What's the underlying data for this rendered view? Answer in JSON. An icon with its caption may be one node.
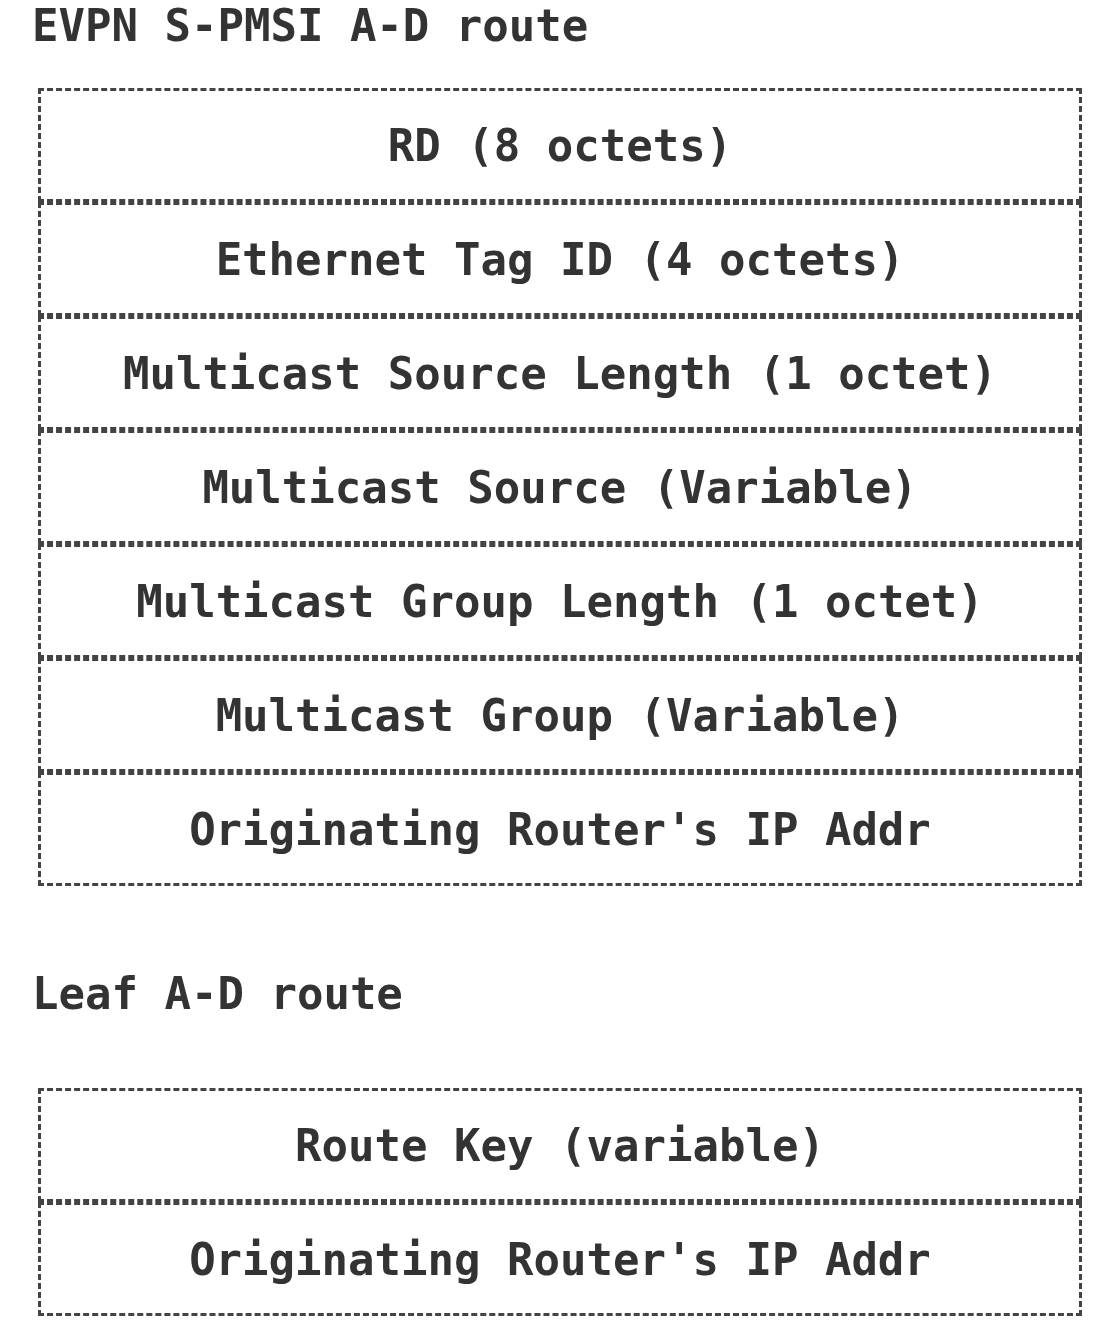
{
  "diagram": {
    "nodes": [
      {
        "text": [
          "RD (8 octets)"
        ]
      },
      {
        "text": [
          "Ethernet Tag ID (4 octets)"
        ]
      },
      {
        "text": [
          "Multicast Source Length (1 octet)"
        ]
      },
      {
        "text": [
          "Multicast Source (Variable)"
        ]
      },
      {
        "text": [
          "Multicast Group Length (1 octet)"
        ]
      },
      {
        "text": [
          "Multicast Group (Variable)"
        ]
      },
      {
        "text": [
          "Originating Router's IP Addr"
        ]
      },
      {
        "text": [
          "Route Key (variable)"
        ]
      },
      {
        "text": [
          "Originating Router's IP Addr"
        ]
      }
    ],
    "labels": [
      "EVPN S-PMSI A-D route",
      "Leaf A-D route"
    ]
  }
}
